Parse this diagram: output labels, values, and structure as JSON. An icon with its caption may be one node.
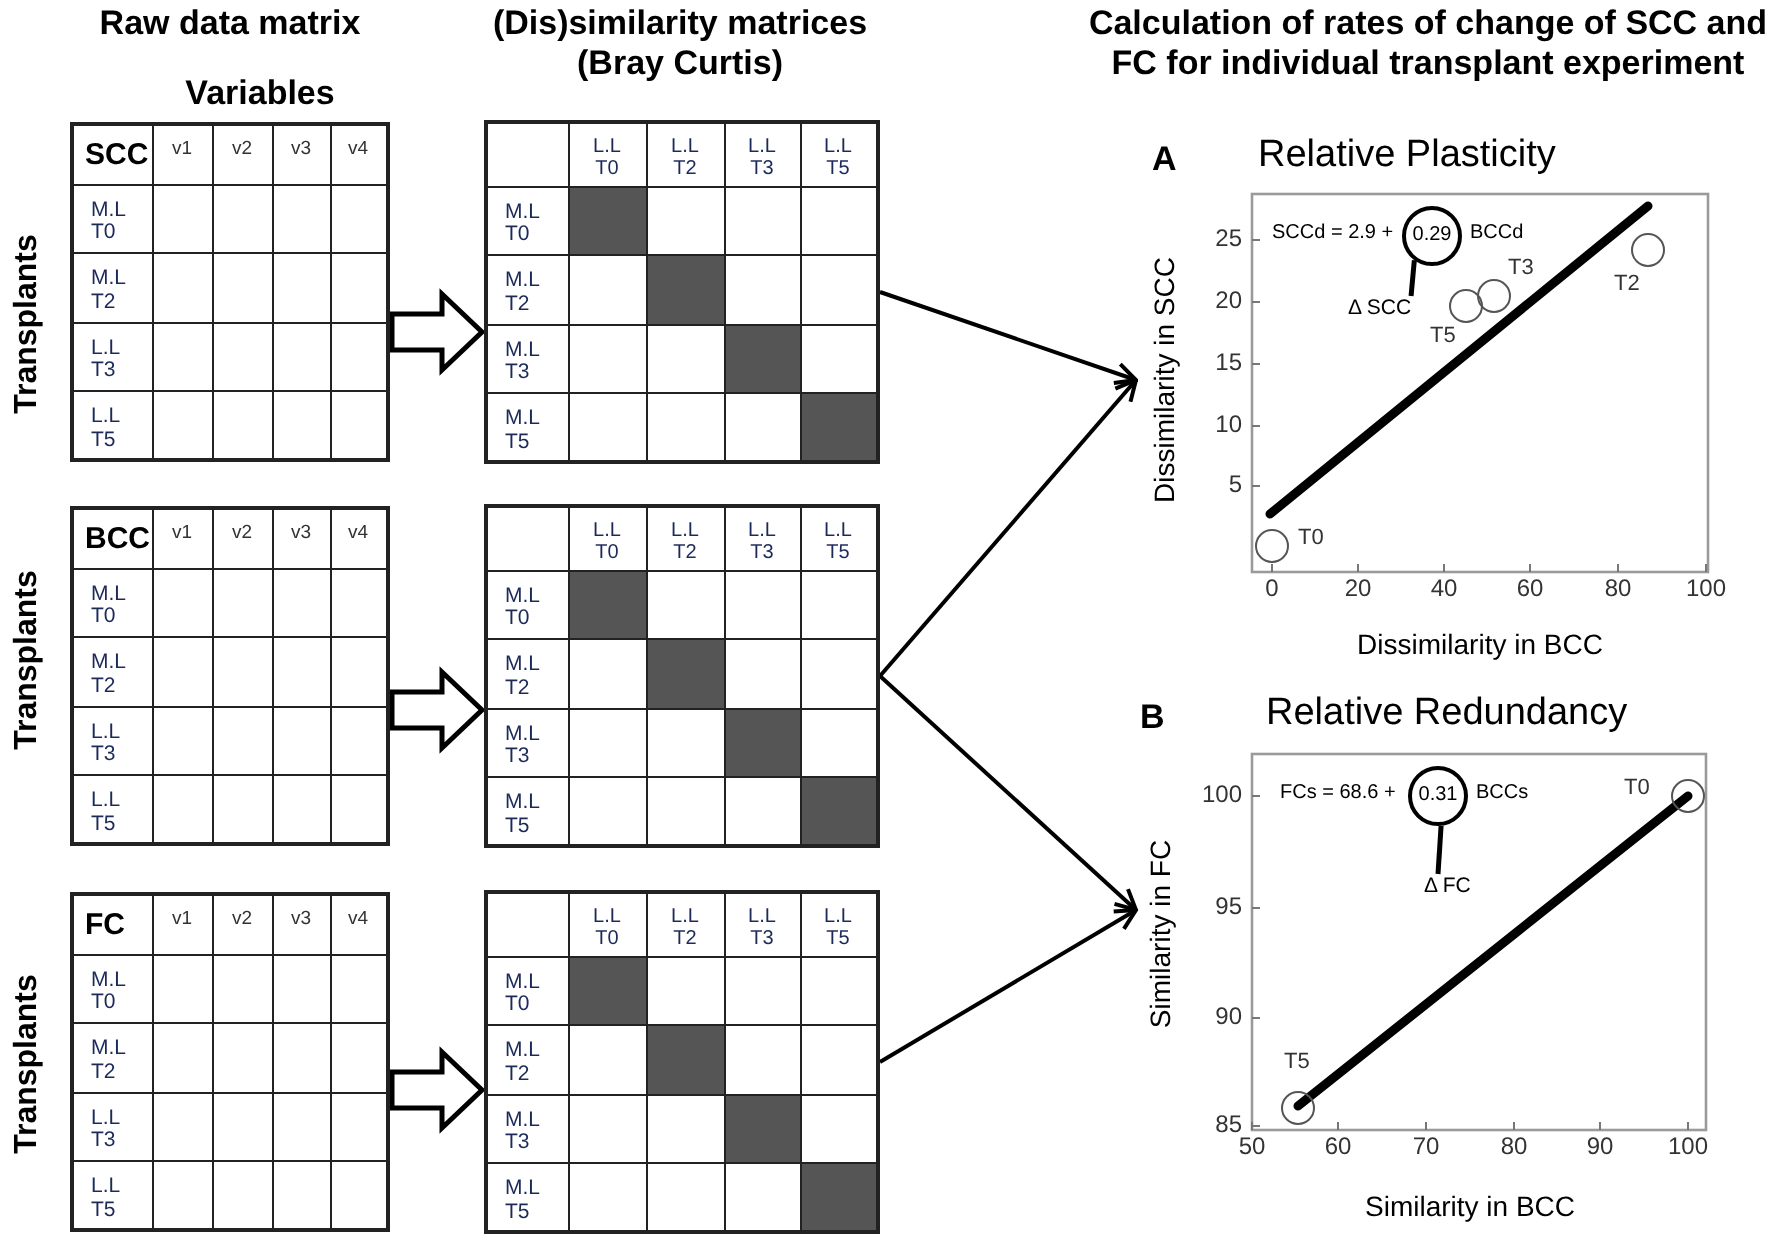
{
  "diagram": {
    "nodes": [
      {
        "text": [
          "SCC",
          "v1",
          "v2",
          "v3",
          "v4",
          "M.L T0",
          "M.L T2",
          "L.L T3",
          "L.L T5"
        ],
        "beside": [
          "Variables",
          "Transplants"
        ]
      },
      {
        "text": [
          "L.L T0",
          "L.L T2",
          "L.L T3",
          "L.L T5",
          "M.L T0",
          "M.L T2",
          "M.L T3",
          "M.L T5"
        ]
      },
      {
        "text": [
          "BCC",
          "v1",
          "v2",
          "v3",
          "v4",
          "M.L T0",
          "M.L T2",
          "L.L T3",
          "L.L T5"
        ],
        "beside": [
          "Transplants"
        ]
      },
      {
        "text": [
          "L.L T0",
          "L.L T2",
          "L.L T3",
          "L.L T5",
          "M.L T0",
          "M.L T2",
          "M.L T3",
          "M.L T5"
        ]
      },
      {
        "text": [
          "FC",
          "v1",
          "v2",
          "v3",
          "v4",
          "M.L T0",
          "M.L T2",
          "L.L T3",
          "L.L T5"
        ],
        "beside": [
          "Transplants"
        ]
      },
      {
        "text": [
          "L.L T0",
          "L.L T2",
          "L.L T3",
          "L.L T5",
          "M.L T0",
          "M.L T2",
          "M.L T3",
          "M.L T5"
        ]
      },
      {
        "text": [
          "A",
          "Relative Plasticity",
          "SCCd = 2.9 +",
          "BCCd",
          "T3",
          "T2",
          "T5",
          "T0",
          "25",
          "20",
          "15",
          "10",
          "5",
          "0",
          "20",
          "40",
          "60",
          "80",
          "100",
          "Dissimilarity in SCC",
          "Dissimilarity in BCC"
        ]
      },
      {
        "text": [
          "0.29"
        ],
        "in": 6
      },
      {
        "text": [
          "Δ SCC"
        ],
        "in": 6
      },
      {
        "text": [
          "B",
          "Relative Redundancy",
          "FCs = 68.6 +",
          "BCCs",
          "T0",
          "T5",
          "100",
          "95",
          "90",
          "85",
          "50",
          "60",
          "70",
          "80",
          "90",
          "100",
          "Similarity in FC",
          "Similarity in BCC"
        ]
      },
      {
        "text": [
          "0.31"
        ],
        "in": 9
      },
      {
        "text": [
          "Δ FC"
        ],
        "in": 9
      }
    ],
    "edges": [
      {
        "from": 0,
        "to": 1,
        "arrow": "to",
        "style": "thick"
      },
      {
        "from": 2,
        "to": 3,
        "arrow": "to",
        "style": "thick"
      },
      {
        "from": 4,
        "to": 5,
        "arrow": "to",
        "style": "thick"
      },
      {
        "from": 1,
        "to": 6,
        "arrow": "to"
      },
      {
        "from": 3,
        "to": 6,
        "arrow": "to"
      },
      {
        "from": 3,
        "to": 9,
        "arrow": "to"
      },
      {
        "from": 5,
        "to": 9,
        "arrow": "to"
      },
      {
        "from": 8,
        "to": 7,
        "arrow": "none"
      },
      {
        "from": 11,
        "to": 10,
        "arrow": "none"
      }
    ],
    "labels": [
      "Raw data matrix",
      "(Dis)similarity matrices (Bray Curtis)",
      "Calculation of rates of change of SCC and FC for individual transplant experiment"
    ]
  }
}
